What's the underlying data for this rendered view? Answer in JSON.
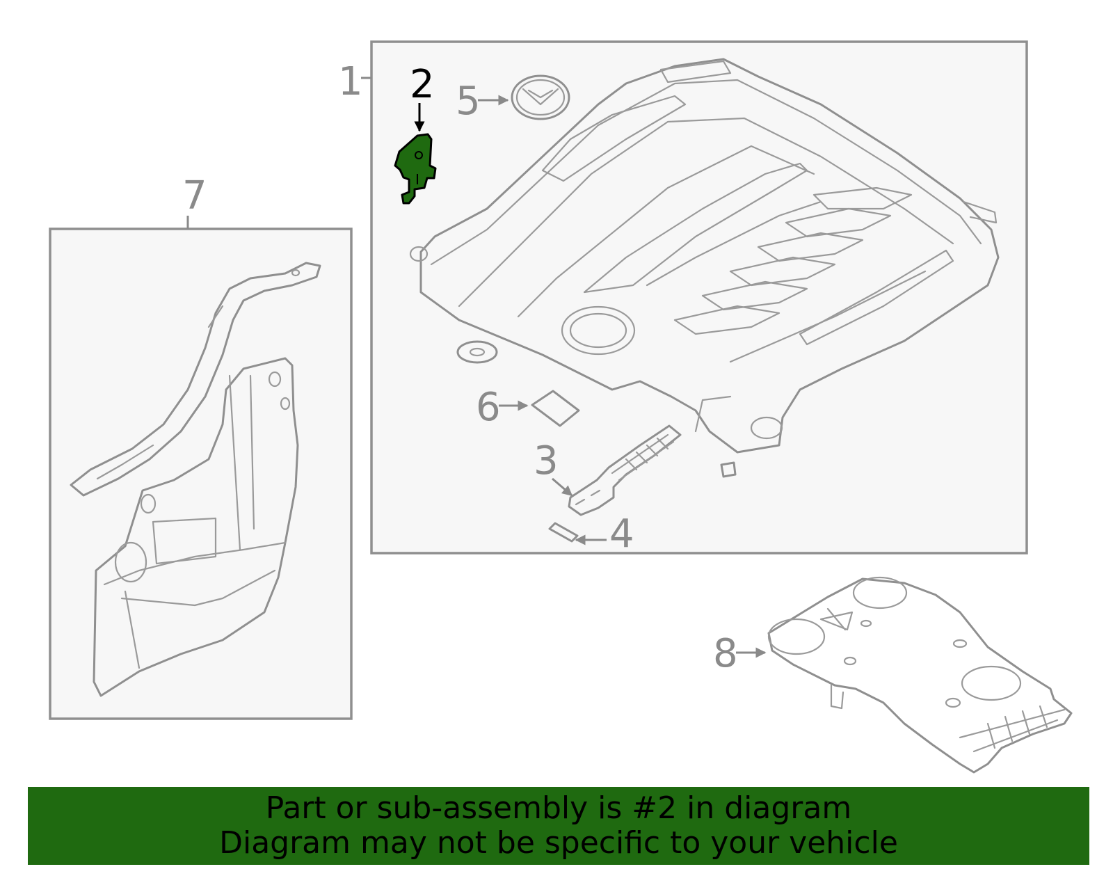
{
  "callouts": {
    "c1": "1",
    "c2": "2",
    "c3": "3",
    "c4": "4",
    "c5": "5",
    "c6": "6",
    "c7": "7",
    "c8": "8"
  },
  "highlight": {
    "part": "2",
    "color": "#1f6a10"
  },
  "banner": {
    "line1": "Part or sub-assembly is #2 in diagram",
    "line2": "Diagram may not be specific to your vehicle"
  }
}
